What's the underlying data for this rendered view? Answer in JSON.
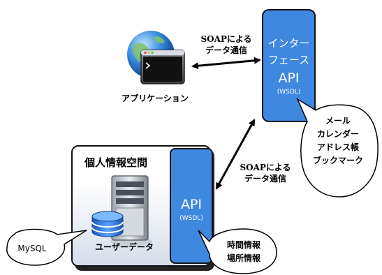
{
  "application": {
    "label": "アプリケーション",
    "icon": "globe-terminal-icon"
  },
  "soap_top": {
    "line1": "SOAPによる",
    "line2": "データ通信"
  },
  "soap_bottom": {
    "line1": "SOAPによる",
    "line2": "データ通信"
  },
  "interface_api": {
    "line1": "インター",
    "line2": "フェース",
    "api": "API",
    "wsdl": "(WSDL)"
  },
  "services_bubble": {
    "items": [
      "メール",
      "カレンダー",
      "アドレス帳",
      "ブックマーク"
    ]
  },
  "personal_space": {
    "title": "個人情報空間",
    "data_label": "ユーザーデータ",
    "icon": "server-database-icon"
  },
  "inner_api": {
    "api": "API",
    "wsdl": "(WSDL)"
  },
  "mysql_bubble": {
    "label": "MySQL"
  },
  "info_bubble": {
    "items": [
      "時間情報",
      "場所情報"
    ]
  },
  "colors": {
    "api_box": "#3f88e0",
    "border": "#111111"
  }
}
